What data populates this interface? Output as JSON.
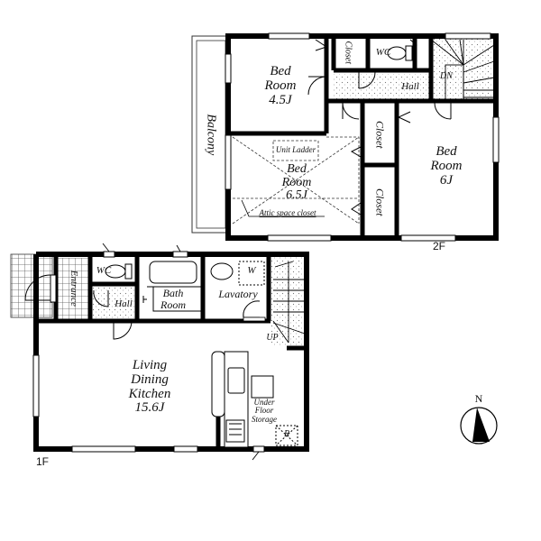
{
  "floors": {
    "second": {
      "label": "2F",
      "rooms": {
        "bedroom_a": {
          "name": "Bed Room",
          "line1": "Bed",
          "line2": "Room",
          "size": "4.5J"
        },
        "bedroom_b": {
          "name": "Bed Room",
          "line1": "Bed",
          "line2": "Room",
          "size": "6.5J"
        },
        "bedroom_c": {
          "name": "Bed Room",
          "line1": "Bed",
          "line2": "Room",
          "size": "6J"
        },
        "balcony": "Balcony",
        "closet_top": "Closet",
        "closet_mid": "Closet",
        "closet_low": "Closet",
        "wc": "WC",
        "hall": "Hall",
        "stairs": "DN",
        "unit_ladder": "Unit Ladder",
        "attic": "Attic space closet"
      }
    },
    "first": {
      "label": "1F",
      "rooms": {
        "entrance": "Entrance",
        "wc": "WC",
        "hall": "Hall",
        "bath_line1": "Bath",
        "bath_line2": "Room",
        "lavatory": "Lavatory",
        "washer": "W",
        "stairs": "UP",
        "ldk_line1": "Living",
        "ldk_line2": "Dining",
        "ldk_line3": "Kitchen",
        "ldk_size": "15.6J",
        "storage_line1": "Under",
        "storage_line2": "Floor",
        "storage_line3": "Storage",
        "fridge": "R"
      }
    }
  },
  "compass": {
    "label": "N",
    "icon": "north-arrow-icon"
  },
  "colors": {
    "wall": "#000000",
    "background": "#ffffff",
    "line": "#222222",
    "tile": "#555555"
  }
}
